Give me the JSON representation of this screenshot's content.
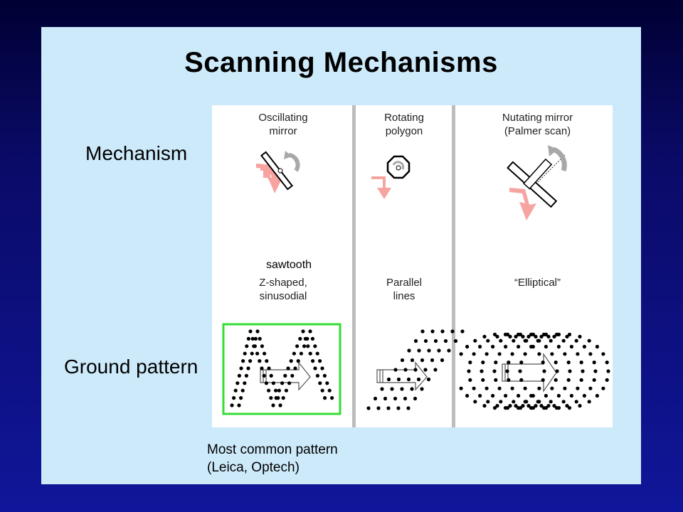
{
  "title": "Scanning Mechanisms",
  "rows": {
    "mechanism": "Mechanism",
    "ground": "Ground pattern"
  },
  "columns": [
    {
      "mechanism": [
        "Oscillating",
        "mirror"
      ],
      "pattern": [
        "Z-shaped,",
        "sinusodial"
      ]
    },
    {
      "mechanism": [
        "Rotating",
        "polygon"
      ],
      "pattern": [
        "Parallel",
        "lines"
      ]
    },
    {
      "mechanism": [
        "Nutating mirror",
        "(Palmer scan)"
      ],
      "pattern": [
        "“Elliptical”"
      ]
    }
  ],
  "sawtooth_label": "sawtooth",
  "caption": [
    "Most common pattern",
    "(Leica, Optech)"
  ],
  "colors": {
    "background_top": "#000033",
    "background_bottom": "#10169a",
    "slide": "#cdeafb",
    "highlight_box": "#33dd33",
    "beam_arrow": "#f7a3a0",
    "rotation_arrow": "#a8a8a8",
    "divider": "#bdbdbd"
  },
  "icons": [
    "oscillating-mirror-icon",
    "rotating-polygon-icon",
    "nutating-mirror-icon",
    "flight-direction-arrow-icon"
  ]
}
